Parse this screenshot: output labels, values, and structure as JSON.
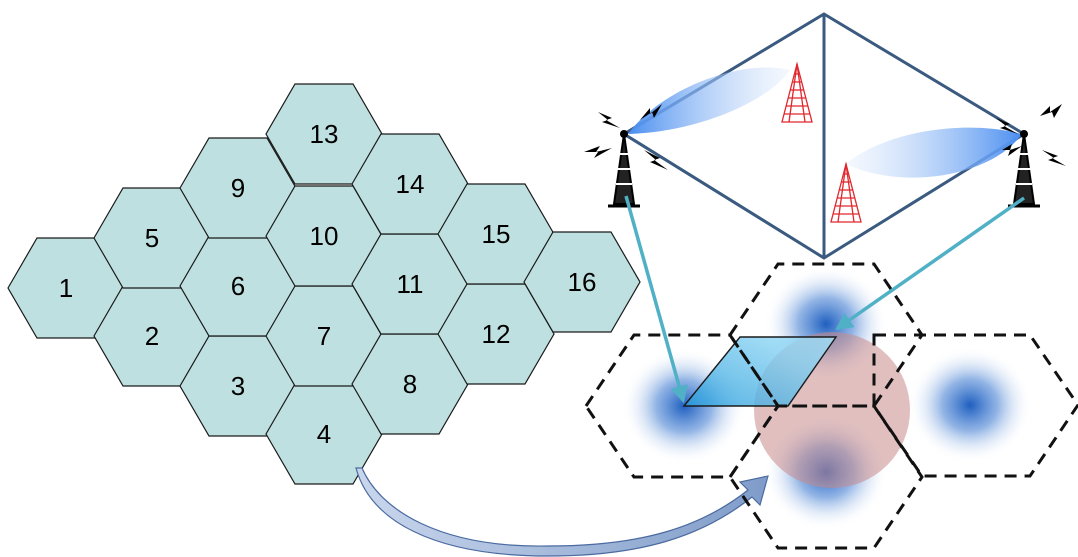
{
  "colors": {
    "cell_fill": "#bfe0e0",
    "cell_stroke": "#1a1a1a",
    "frame_stroke": "#3a5a80",
    "arrow_teal": "#4fb0c6",
    "beam_blue": "#4a90e2",
    "tower_red": "#e0282e",
    "tower_black": "#000000",
    "coverage_blue": "#1f5fbf",
    "overlap_circle": "#d9a0a0",
    "parallelogram": "#4fc6f0",
    "curved_arrow": "#9fb4d8"
  },
  "cells": [
    {
      "label": "1"
    },
    {
      "label": "2"
    },
    {
      "label": "3"
    },
    {
      "label": "4"
    },
    {
      "label": "5"
    },
    {
      "label": "6"
    },
    {
      "label": "7"
    },
    {
      "label": "8"
    },
    {
      "label": "9"
    },
    {
      "label": "10"
    },
    {
      "label": "11"
    },
    {
      "label": "12"
    },
    {
      "label": "13"
    },
    {
      "label": "14"
    },
    {
      "label": "15"
    },
    {
      "label": "16"
    }
  ],
  "icons": {
    "black_tower": "cell-tower-icon",
    "red_tower": "antenna-tower-icon",
    "lightning": "lightning-bolt-icon"
  }
}
